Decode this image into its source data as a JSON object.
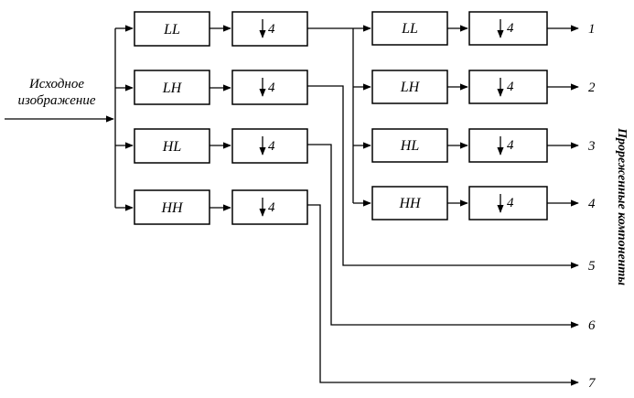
{
  "input_label": {
    "line1": "Исходное",
    "line2": "изображение"
  },
  "stage1": {
    "filters": [
      "LL",
      "LH",
      "HL",
      "HH"
    ],
    "downsample": "4"
  },
  "stage2": {
    "filters": [
      "LL",
      "LH",
      "HL",
      "HH"
    ],
    "downsample": "4"
  },
  "outputs": [
    "1",
    "2",
    "3",
    "4",
    "5",
    "6",
    "7"
  ],
  "side_label": "Прореженные компоненты"
}
